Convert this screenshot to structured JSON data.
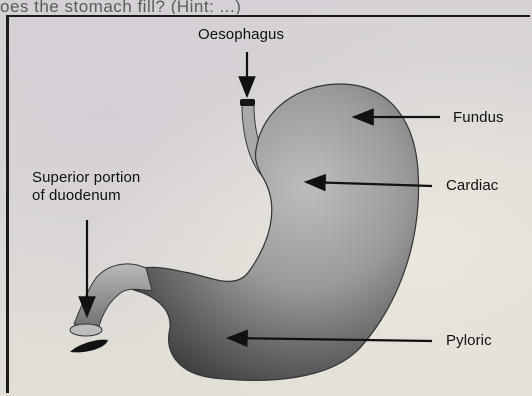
{
  "header_fragment": "oes the stomach fill? (Hint: ...)",
  "labels": {
    "oesophagus": "Oesophagus",
    "fundus": "Fundus",
    "cardiac": "Cardiac",
    "pyloric": "Pyloric",
    "superior_portion_line1": "Superior portion",
    "superior_portion_line2": "of duodenum"
  },
  "colors": {
    "label_text": "#111111",
    "arrow": "#111111",
    "stomach_light": "#cfcfcf",
    "stomach_dark": "#4a4a4a"
  }
}
